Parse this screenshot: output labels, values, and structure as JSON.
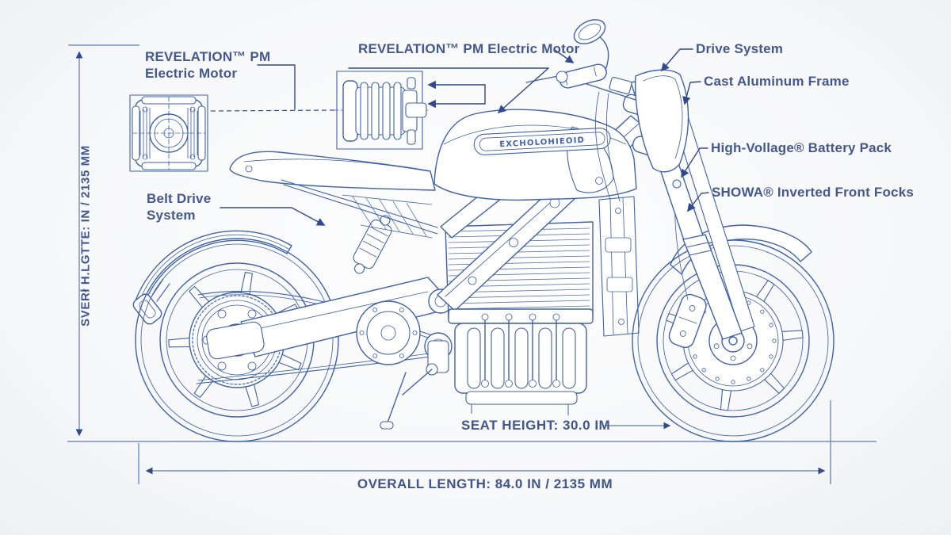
{
  "colors": {
    "blueprint_line": "#4062a9",
    "callout_line": "#31498e",
    "label_text": "#45588d",
    "background": "#f7f8f9"
  },
  "callouts": {
    "motor_front_label": {
      "line1": "REVELATION™ PM",
      "line2": "Electric Motor"
    },
    "motor_side_label": "REVELATION™ PM Electric Motor",
    "drive_system": "Drive System",
    "cast_aluminum_frame": "Cast Aluminum Frame",
    "battery_pack": "High-Vollage® Battery Pack",
    "front_forks": "SHOWA® Inverted Front Focks",
    "belt_drive": {
      "line1": "Belt Drive",
      "line2": "System"
    }
  },
  "dimensions": {
    "seat_height": "SEAT HEIGHT: 30.0 IM",
    "overall_length": "OVERALL LENGTH: 84.0 IN / 2135 MM",
    "overall_height_vertical": "SVERł H.LGTTE: IN / 2135 MM"
  },
  "tank_badge": "EXCHOLOHIEOID"
}
